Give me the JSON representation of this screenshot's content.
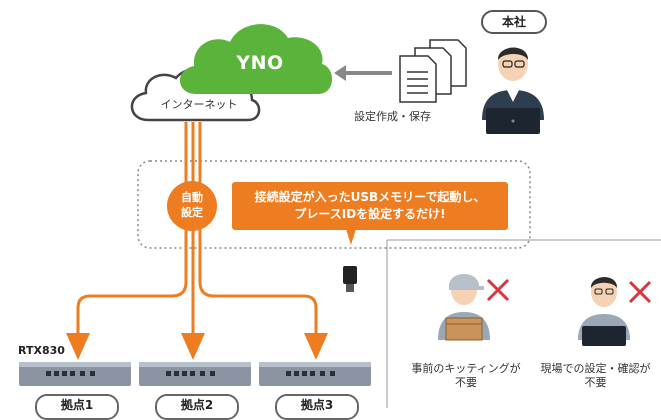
{
  "cloud": {
    "name": "YNO",
    "internet_label": "インターネット"
  },
  "hq": {
    "badge": "本社",
    "doc_caption": "設定作成・保存"
  },
  "auto_config": {
    "line1": "自動",
    "line2": "設定"
  },
  "callout": {
    "line1": "接続設定が入ったUSBメモリーで起動し、",
    "line2": "プレースIDを設定するだけ!"
  },
  "device": {
    "model": "RTX830"
  },
  "sites": [
    {
      "label": "拠点1"
    },
    {
      "label": "拠点2"
    },
    {
      "label": "拠点3"
    }
  ],
  "not_needed": [
    {
      "line1": "事前のキッティングが",
      "line2": "不要"
    },
    {
      "line1": "現場での設定・確認が",
      "line2": "不要"
    }
  ],
  "colors": {
    "cloud_green": "#5ab43c",
    "orange": "#ee7d22",
    "dark": "#2f3e4f",
    "red_x": "#d9363e"
  }
}
